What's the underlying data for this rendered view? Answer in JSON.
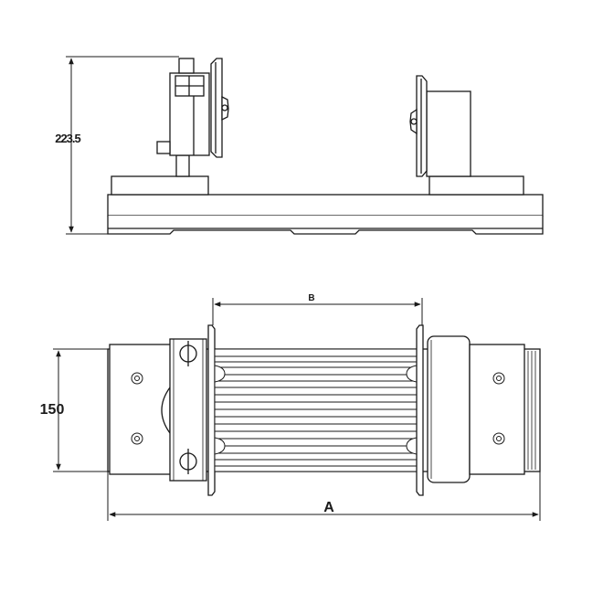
{
  "dimensions": {
    "height": "223.5",
    "width": "150",
    "length_total": "A",
    "length_inner": "B"
  },
  "colors": {
    "line": "#1a1a1a",
    "fill": "#ffffff"
  }
}
